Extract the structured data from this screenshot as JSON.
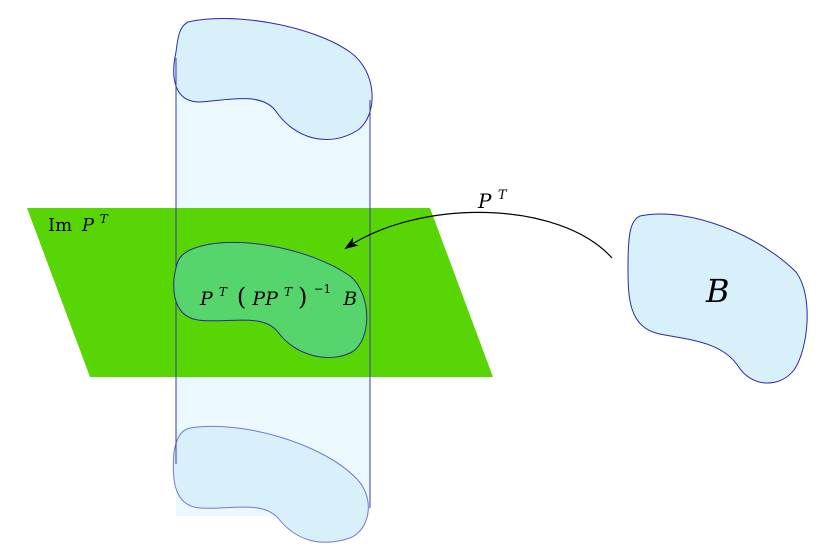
{
  "labels": {
    "plane_base": "Im",
    "plane_var": "P",
    "plane_sup": "T",
    "arrow_var": "P",
    "arrow_sup": "T",
    "region_P": "P",
    "region_T1": "T",
    "region_open": "(",
    "region_PP": "PP",
    "region_T2": "T",
    "region_close": ")",
    "region_inv": "−1",
    "region_B": "B",
    "set_B": "B"
  },
  "colors": {
    "plane_fill": "#55d400",
    "blob_fill": "#d7f0fa",
    "blob_stroke": "#2a2aa8",
    "cylinder_fill": "#e4f5fc",
    "cylinder_stroke": "#3a3ab0",
    "projection_fill": "#56d56c",
    "projection_stroke": "#2a2a90",
    "arrow": "#000000"
  }
}
